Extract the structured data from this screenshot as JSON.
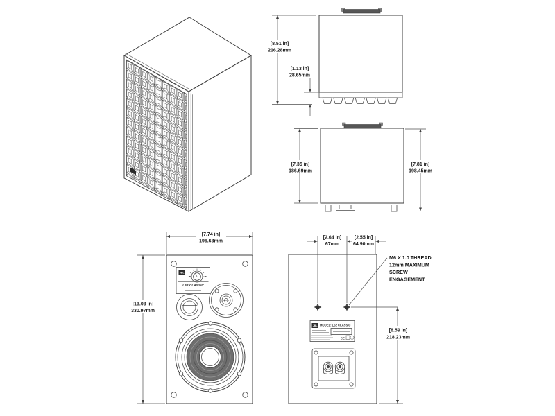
{
  "views": {
    "top": {
      "depth_in": "[8.51 in]",
      "depth_mm": "216.28mm",
      "grille_in": "[1.13 in]",
      "grille_mm": "28.65mm"
    },
    "bottom": {
      "inner_in": "[7.35 in]",
      "inner_mm": "186.69mm",
      "outer_in": "[7.81 in]",
      "outer_mm": "198.45mm"
    },
    "front": {
      "width_in": "[7.74 in]",
      "width_mm": "196.63mm",
      "height_in": "[13.03 in]",
      "height_mm": "330.97mm",
      "brand": "JBL",
      "model": "L52 CLASSIC"
    },
    "rear": {
      "spacing1_in": "[2.64 in]",
      "spacing1_mm": "67mm",
      "spacing2_in": "[2.55 in]",
      "spacing2_mm": "64.90mm",
      "height_in": "[8.59 in]",
      "height_mm": "218.23mm",
      "note": [
        "M6 X 1.0 THREAD",
        "12mm MAXIMUM",
        "SCREW",
        "ENGAGEMENT"
      ],
      "label_brand": "JBL",
      "label_model": "MODEL: L52 CLASSIC",
      "label_ce": "CE"
    }
  },
  "colors": {
    "line": "#3f3f3f",
    "rail": "#565656",
    "badge": "#2b2b2b"
  }
}
